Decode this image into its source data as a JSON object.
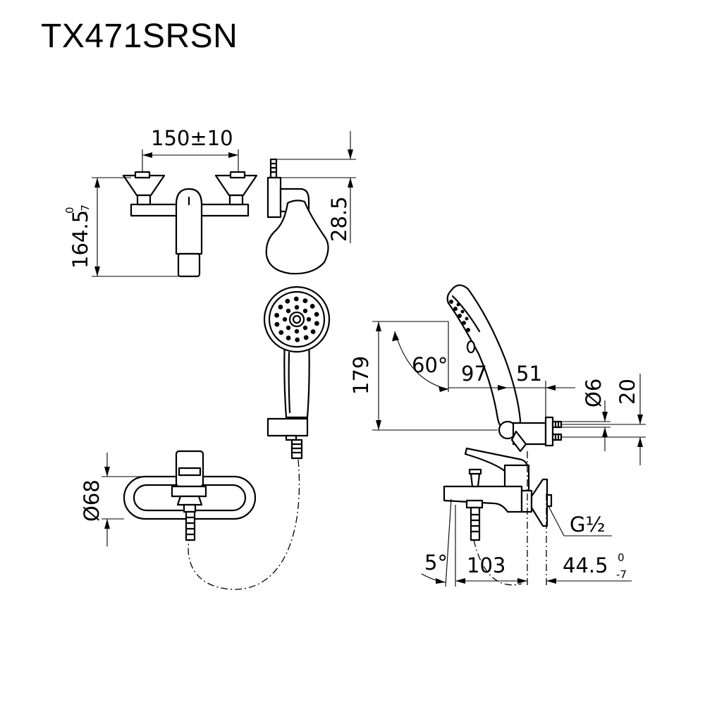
{
  "title": "TX471SRSN",
  "dimensions": {
    "mixer_spacing": "150±10",
    "mixer_height_value": "164.5",
    "mixer_height_tol_upper": "0",
    "mixer_height_tol_lower": "-7",
    "holder_offset": "28.5",
    "shower_height": "179",
    "shower_angle": "60°",
    "shower_reach": "97",
    "holder_depth": "51",
    "pin_diameter": "Ø6",
    "pin_spacing": "20",
    "body_diameter": "Ø68",
    "inlet_thread": "G½",
    "spout_angle": "5°",
    "spout_length": "103",
    "body_depth_value": "44.5",
    "body_depth_tol_upper": "0",
    "body_depth_tol_lower": "-7"
  }
}
